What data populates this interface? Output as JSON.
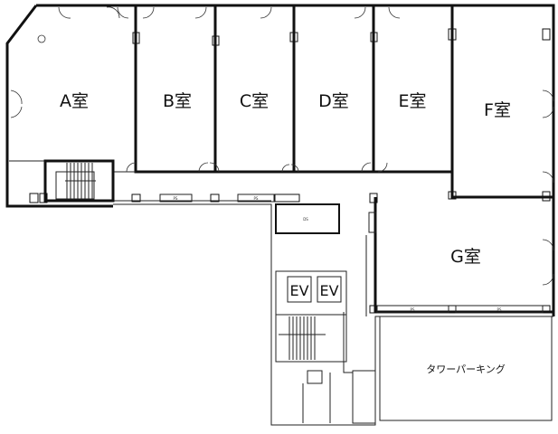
{
  "rooms": [
    {
      "id": "A",
      "label": "A室"
    },
    {
      "id": "B",
      "label": "B室"
    },
    {
      "id": "C",
      "label": "C室"
    },
    {
      "id": "D",
      "label": "D室"
    },
    {
      "id": "E",
      "label": "E室"
    },
    {
      "id": "F",
      "label": "F室"
    },
    {
      "id": "G",
      "label": "G室"
    }
  ],
  "elevators": [
    "EV",
    "EV"
  ],
  "parking": {
    "label": "タワーパーキング"
  },
  "shafts": {
    "ps": "PS",
    "ds": "DS"
  }
}
